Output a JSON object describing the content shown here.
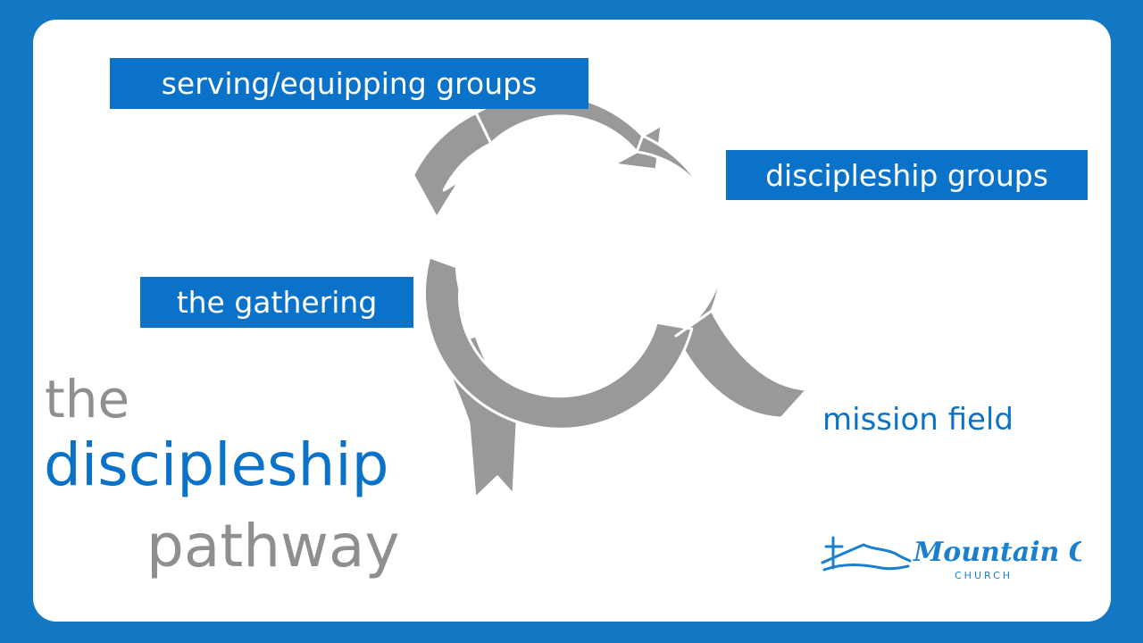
{
  "colors": {
    "background": "#1278c4",
    "card": "#ffffff",
    "label_fill": "#0b72c9",
    "label_text": "#ffffff",
    "arrow_gray": "#999999",
    "title_gray": "#8f8f8f",
    "title_blue": "#0b72c9"
  },
  "labels": {
    "serving": "serving/equipping groups",
    "discipleship": "discipleship groups",
    "gathering": "the gathering",
    "mission": "mission field"
  },
  "title": {
    "line1": "the",
    "line2": "discipleship",
    "line3": "pathway"
  },
  "logo": {
    "name": "Mountain City",
    "sub": "CHURCH",
    "icon": "cross-mountain-icon"
  }
}
